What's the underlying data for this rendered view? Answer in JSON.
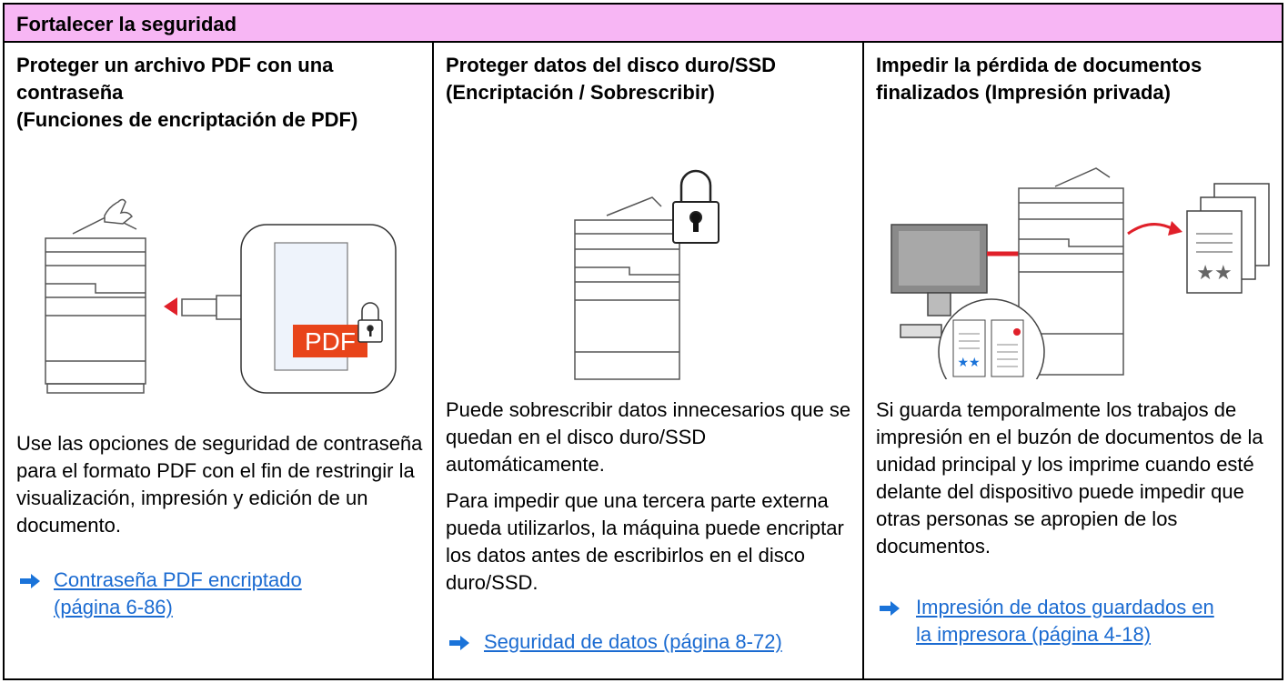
{
  "header": {
    "title": "Fortalecer la seguridad"
  },
  "columns": [
    {
      "title": "Proteger un archivo PDF con una contraseña\n(Funciones de encriptación de PDF)",
      "illustration": {
        "label": "PDF"
      },
      "paragraphs": [
        "Use las opciones de seguridad de contraseña para el formato PDF con el fin de restringir la visualización, impresión y edición de un documento."
      ],
      "link": "Contraseña PDF encriptado\n(página 6-86)"
    },
    {
      "title": "Proteger datos del disco duro/SSD\n(Encriptación / Sobrescribir)",
      "paragraphs": [
        "Puede sobrescribir datos innecesarios que se quedan en el disco duro/SSD automáticamente.",
        "Para impedir que una tercera parte externa pueda utilizarlos, la máquina puede encriptar los datos antes de escribirlos en el disco duro/SSD."
      ],
      "link": "Seguridad de datos (página 8-72)"
    },
    {
      "title": "Impedir la pérdida de documentos\nfinalizados (Impresión privada)",
      "paragraphs": [
        "Si guarda temporalmente los trabajos de impresión en el buzón de documentos de la unidad principal y los imprime cuando esté delante del dispositivo puede impedir que otras personas se apropien de los documentos."
      ],
      "link": "Impresión de datos guardados en\nla impresora (página 4-18)"
    }
  ],
  "colors": {
    "header_bg": "#f7b6f4",
    "link": "#1b6bd1",
    "arrow": "#1a73d9",
    "pdf_badge": "#e8441a",
    "red_arrow": "#e0202a"
  }
}
